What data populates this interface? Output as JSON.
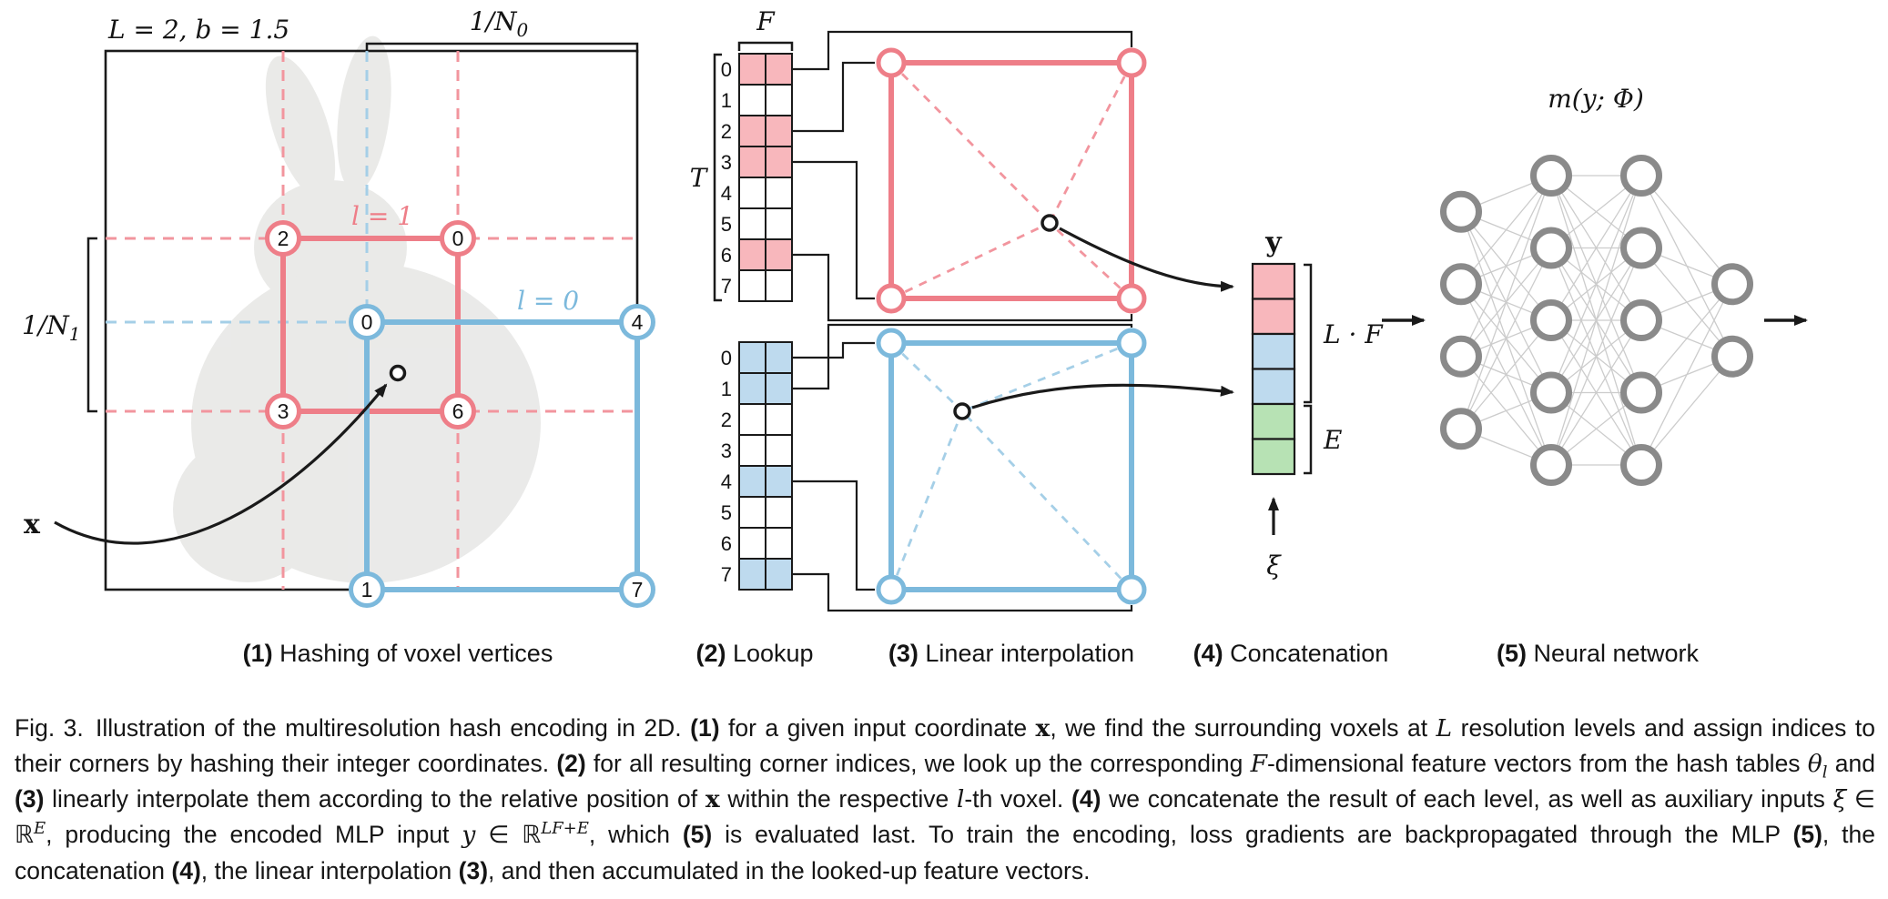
{
  "figure": {
    "panel1": {
      "header": "L = 2,  b = 1.5",
      "n0_main": "1/N",
      "n0_sub": "0",
      "n1_main": "1/N",
      "n1_sub": "1",
      "l1_label": "l = 1",
      "l0_label": "l = 0",
      "x_label": "x",
      "red_vertices": [
        "2",
        "0",
        "3",
        "6"
      ],
      "blue_vertices": [
        "0",
        "4",
        "1",
        "7"
      ]
    },
    "panel2": {
      "f_label": "F",
      "t_label": "T",
      "rows": [
        "0",
        "1",
        "2",
        "3",
        "4",
        "5",
        "6",
        "7"
      ],
      "top_highlighted": [
        0,
        2,
        3,
        6
      ],
      "bottom_highlighted": [
        0,
        1,
        4,
        7
      ]
    },
    "panel4": {
      "y_label": "y",
      "lf_label": "L · F",
      "e_label": "E",
      "xi_label": "ξ",
      "cells": [
        "pink",
        "pink",
        "blue",
        "blue",
        "green",
        "green"
      ]
    },
    "panel5": {
      "title": "m(y; Φ)",
      "layers": [
        4,
        5,
        5,
        2
      ]
    },
    "colors": {
      "red": "#ee7e88",
      "red_dash": "#f2959e",
      "red_fill": "#f8b7bc",
      "blue": "#7cb9dc",
      "blue_dash": "#a5cfe7",
      "blue_fill": "#bedaee",
      "green_fill": "#b7e2b4",
      "ink": "#1a1a1a",
      "node_gray": "#8a8a8a",
      "link_gray": "#cccccc",
      "bunny_gray": "#d6d6d3"
    }
  },
  "panel_labels": [
    {
      "num": "(1)",
      "text": " Hashing of voxel vertices"
    },
    {
      "num": "(2)",
      "text": " Lookup"
    },
    {
      "num": "(3)",
      "text": " Linear interpolation"
    },
    {
      "num": "(4)",
      "text": " Concatenation"
    },
    {
      "num": "(5)",
      "text": " Neural network"
    }
  ],
  "caption": {
    "segments": [
      {
        "t": "Fig. 3. Illustration of the multiresolution hash encoding in 2D. ",
        "s": "n"
      },
      {
        "t": "(1)",
        "s": "b"
      },
      {
        "t": " for a given input coordinate ",
        "s": "n"
      },
      {
        "t": "x",
        "s": "bi"
      },
      {
        "t": ", we find the surrounding voxels at ",
        "s": "n"
      },
      {
        "t": "L",
        "s": "i"
      },
      {
        "t": " resolution levels and assign indices to their corners by hashing their integer coordinates. ",
        "s": "n"
      },
      {
        "t": "(2)",
        "s": "b"
      },
      {
        "t": " for all resulting corner indices, we look up the corresponding ",
        "s": "n"
      },
      {
        "t": "F",
        "s": "i"
      },
      {
        "t": "-dimensional feature vectors from the hash tables ",
        "s": "n"
      },
      {
        "t": "θ",
        "s": "i"
      },
      {
        "t": "l",
        "s": "sub"
      },
      {
        "t": " and ",
        "s": "n"
      },
      {
        "t": "(3)",
        "s": "b"
      },
      {
        "t": " linearly interpolate them according to the relative position of ",
        "s": "n"
      },
      {
        "t": "x",
        "s": "bi"
      },
      {
        "t": " within the respective ",
        "s": "n"
      },
      {
        "t": "l",
        "s": "i"
      },
      {
        "t": "-th voxel. ",
        "s": "n"
      },
      {
        "t": "(4)",
        "s": "b"
      },
      {
        "t": " we concatenate the result of each level, as well as auxiliary inputs ",
        "s": "n"
      },
      {
        "t": "ξ",
        "s": "i"
      },
      {
        "t": " ∈ ℝ",
        "s": "n"
      },
      {
        "t": "E",
        "s": "sup"
      },
      {
        "t": ", producing the encoded MLP input ",
        "s": "n"
      },
      {
        "t": "y",
        "s": "i"
      },
      {
        "t": " ∈ ℝ",
        "s": "n"
      },
      {
        "t": "LF+E",
        "s": "sup"
      },
      {
        "t": ", which ",
        "s": "n"
      },
      {
        "t": "(5)",
        "s": "b"
      },
      {
        "t": " is evaluated last. To train the encoding, loss gradients are backpropagated through the MLP ",
        "s": "n"
      },
      {
        "t": "(5)",
        "s": "b"
      },
      {
        "t": ", the concatenation ",
        "s": "n"
      },
      {
        "t": "(4)",
        "s": "b"
      },
      {
        "t": ", the linear interpolation ",
        "s": "n"
      },
      {
        "t": "(3)",
        "s": "b"
      },
      {
        "t": ", and then accumulated in the looked-up feature vectors.",
        "s": "n"
      }
    ]
  }
}
